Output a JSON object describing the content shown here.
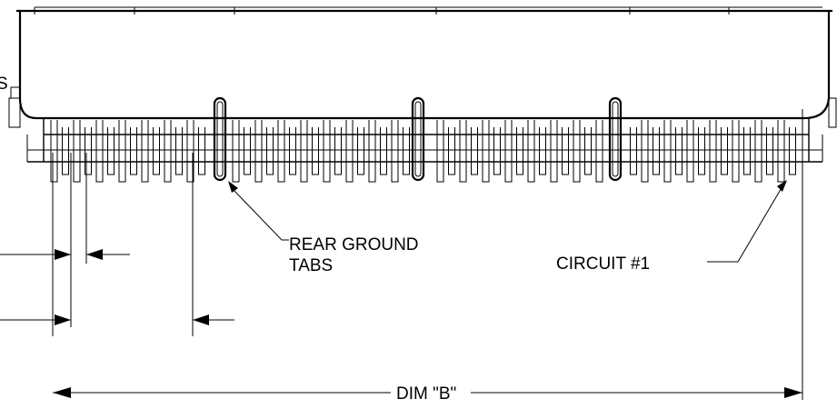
{
  "labels": {
    "rear_ground_line1": "REAR GROUND",
    "rear_ground_line2": "TABS",
    "circuit": "CIRCUIT #1",
    "dim_b": "DIM \"B\"",
    "cut_left": "S"
  },
  "colors": {
    "line": "#000000",
    "background": "#ffffff"
  }
}
